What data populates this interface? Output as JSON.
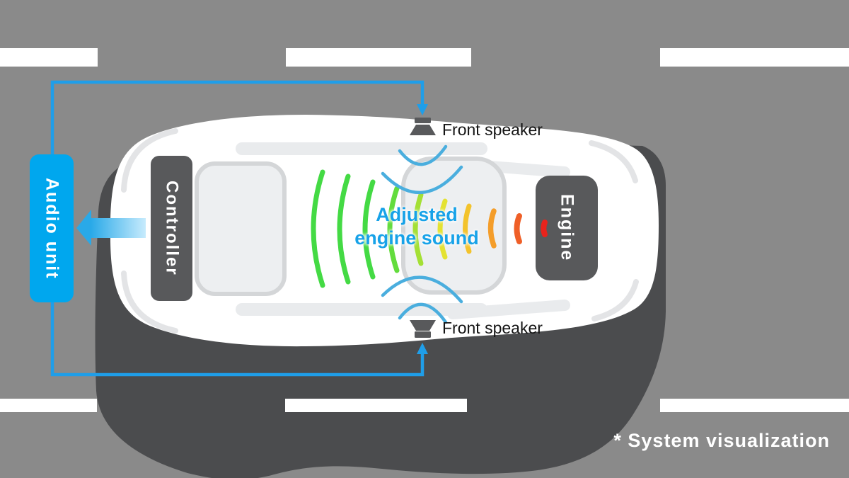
{
  "scene": {
    "road_color": "#8a8a8a",
    "lane_marking_color": "#ffffff",
    "car_shadow_color": "#4b4c4e",
    "car_body_color": "#ffffff",
    "car_detail_fill": "#e9ebed",
    "car_window_fill": "#edeff1",
    "car_window_stroke": "#d4d6d8",
    "footnote": "* System visualization"
  },
  "car": {
    "front_speaker_top_label": "Front speaker",
    "front_speaker_bottom_label": "Front speaker",
    "speaker_icon_color": "#58595b",
    "icons": [
      "front-speaker-top-icon",
      "front-speaker-bottom-icon"
    ]
  },
  "flow": {
    "signal_color": "#1f9ee9",
    "arrow_gradient_start": "#c9ecfd",
    "arrow_gradient_end": "#29a9e8",
    "adjusted_sound_line1": "Adjusted",
    "adjusted_sound_line2": "engine sound",
    "adjusted_sound_text_color": "#17a2e8"
  },
  "components": {
    "audio_unit": {
      "label": "Audio unit",
      "fill": "#00a7ee",
      "text_color": "#ffffff"
    },
    "controller": {
      "label": "Controller",
      "fill": "#58595b",
      "text_color": "#ffffff"
    },
    "engine": {
      "label": "Engine",
      "fill": "#58595b",
      "text_color": "#ffffff"
    }
  },
  "sound_waves": {
    "description_colors_outer_to_engine": true,
    "speaker_arc_color": "#4aaede",
    "engine_pulse_color": "#e8231c",
    "arcs": [
      {
        "color": "#44da44"
      },
      {
        "color": "#44da44"
      },
      {
        "color": "#44da44"
      },
      {
        "color": "#63dc3d"
      },
      {
        "color": "#a4e035"
      },
      {
        "color": "#e4e232"
      },
      {
        "color": "#f3c32c"
      },
      {
        "color": "#f49d2a"
      },
      {
        "color": "#ef5f27"
      }
    ]
  }
}
